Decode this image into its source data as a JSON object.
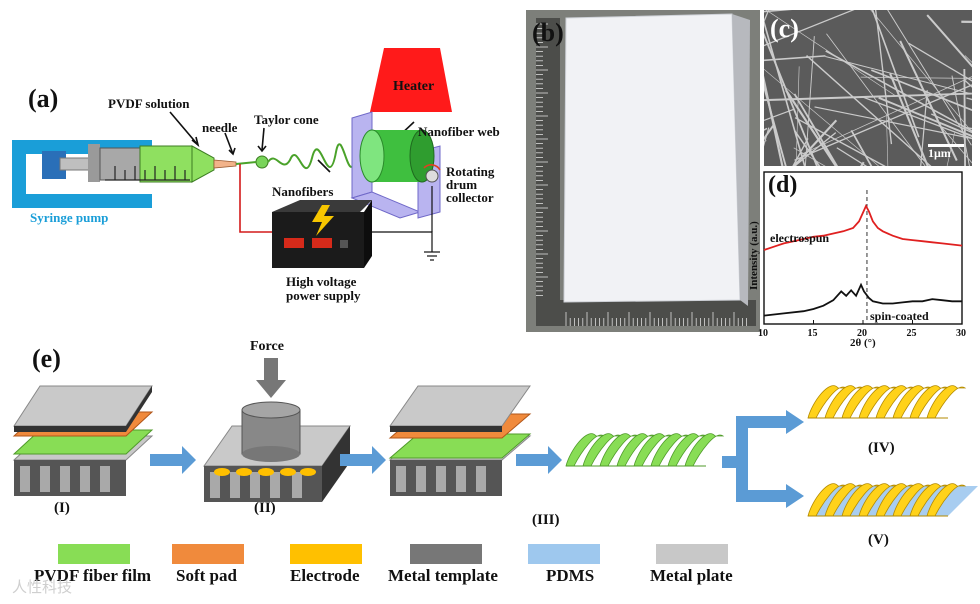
{
  "panel_a": {
    "tag": "(a)",
    "pvdf_solution": "PVDF solution",
    "needle": "needle",
    "taylor_cone": "Taylor cone",
    "nanofiber_web": "Nanofiber web",
    "heater": "Heater",
    "rotating_drum": [
      "Rotating",
      "drum",
      "collector"
    ],
    "nanofibers": "Nanofibers",
    "syringe_pump": "Syringe pump",
    "power_supply": [
      "High voltage",
      "power supply"
    ]
  },
  "panel_b": {
    "tag": "(b)"
  },
  "panel_c": {
    "tag": "(c)",
    "scale_bar": "1μm"
  },
  "panel_d": {
    "tag": "(d)",
    "chart_data": {
      "type": "line",
      "xlabel": "2θ (°)",
      "ylabel": "Intensity (a.u.)",
      "xlim": [
        10,
        30
      ],
      "xticks": [
        10,
        15,
        20,
        25,
        30
      ],
      "series": [
        {
          "name": "electrospun",
          "color": "#e02020",
          "x": [
            10,
            11,
            12,
            13,
            14,
            15,
            16,
            17,
            18,
            19,
            19.6,
            20,
            20.3,
            20.6,
            21,
            21.5,
            22,
            23,
            24,
            25,
            26,
            27,
            28,
            29,
            30
          ],
          "y": [
            0.6,
            0.63,
            0.66,
            0.68,
            0.7,
            0.72,
            0.73,
            0.75,
            0.77,
            0.8,
            0.86,
            0.94,
            1.0,
            0.95,
            0.86,
            0.8,
            0.77,
            0.73,
            0.7,
            0.69,
            0.68,
            0.67,
            0.66,
            0.65,
            0.64
          ]
        },
        {
          "name": "spin-coated",
          "color": "#111111",
          "x": [
            10,
            12,
            14,
            15,
            16,
            17,
            17.8,
            18.3,
            18.8,
            19.3,
            19.8,
            20.1,
            20.6,
            21,
            22,
            23,
            24,
            25,
            26,
            27,
            28,
            29,
            30
          ],
          "y": [
            0.04,
            0.06,
            0.08,
            0.1,
            0.13,
            0.18,
            0.26,
            0.22,
            0.27,
            0.22,
            0.32,
            0.26,
            0.2,
            0.17,
            0.15,
            0.15,
            0.16,
            0.17,
            0.17,
            0.19,
            0.18,
            0.17,
            0.17
          ]
        }
      ],
      "annotations": [
        "electrospun",
        "spin-coated"
      ],
      "dashed_line_x": 20.4
    }
  },
  "panel_e": {
    "tag": "(e)",
    "force": "Force",
    "steps": [
      "(I)",
      "(II)",
      "(III)",
      "(IV)",
      "(V)"
    ],
    "legend": [
      {
        "label": "PVDF fiber film",
        "color": "#88dd55"
      },
      {
        "label": "Soft pad",
        "color": "#f08a3c"
      },
      {
        "label": "Electrode",
        "color": "#ffc000"
      },
      {
        "label": "Metal template",
        "color": "#777777"
      },
      {
        "label": "PDMS",
        "color": "#9ec8ee"
      },
      {
        "label": "Metal plate",
        "color": "#c8c8c8"
      }
    ]
  },
  "watermark": "人性科技"
}
